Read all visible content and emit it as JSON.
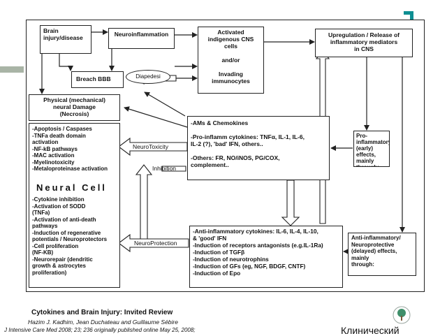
{
  "diagram": {
    "brain_injury": "Brain\ninjury/disease",
    "neuroinflammation": "Neuroinflammation",
    "activated_cells": "Activated\nindigenous CNS\ncells\n\nand/or\n\nInvading\nimmunocytes",
    "upregulation": "Upregulation / Release of\ninflammatory mediators\nin CNS",
    "breach_bbb": "Breach BBB",
    "diapedesis": "Diapedesi",
    "physical_damage": "Physical (mechanical)\nneural Damage\n(Necrosis)",
    "neural_cell_top": "-Apoptosis / Caspases\n-TNFa death domain\n  activation\n-NF-kB  pathways\n-MAC activation\n-Myelinotoxicity\n-Metaloproteinase activation",
    "neural_cell_title": "Neural Cell",
    "neural_cell_bottom": "-Cytokine inhibition\n-Activation of SODD\n  (TNFa)\n-Activation of anti-death\n  pathways\n-Induction of regenerative\n  potentials / Neuroprotectors\n-Cell proliferation\n  (NF-KB)\n-Neurorepair (dendritic\n  growth & astrocytes\n  proliferation)",
    "ams": "-AMs & Chemokines\n\n-Pro-inflamm cytokines: TNFα, IL-1, IL-6,\n  IL-2 (?), 'bad' IFN, others..\n\n-Others: FR, NO/iNOS, PG/COX,\n  complement..",
    "anti_inflam": "-Anti-inflammatory cytokines: IL-6, IL-4, IL-10,\n  & 'good' IFN\n-Induction of receptors antagonists (e.g.IL-1Ra)\n-Induction of TGFβ\n-Induction of neurotrophins\n-Induction of GFs (eg, NGF, BDGF, CNTF)\n-Induction of Epo",
    "pro_effects": "Pro-inflammatory\n(early) effects,\nmainly\nthrough:",
    "anti_effects": "Anti-inflammatory/\nNeuroprotective\n(delayed) effects,\nmainly\nthrough:",
    "neurotoxicity": "NeuroToxicity",
    "inhibition": "Inhibition",
    "neuroprotection": "NeuroProtection"
  },
  "footer": {
    "title": "Cytokines and Brain Injury: Invited Review",
    "authors": "Hazim J. Kadhim, Jean Duchateau and Guillaume Sébire",
    "journal": "J Intensive Care Med 2008; 23; 236 originally published online May 25, 2008;",
    "russian": "Клинический"
  },
  "colors": {
    "accent": "#0e8f93",
    "side_bar": "#a9b4a6"
  }
}
